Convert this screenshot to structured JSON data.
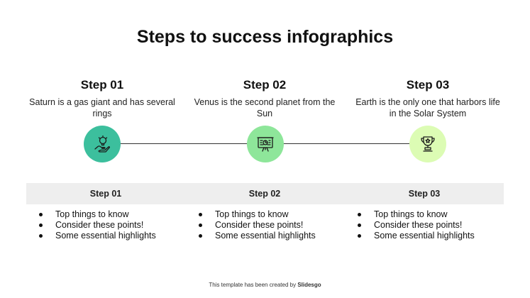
{
  "title": "Steps to success infographics",
  "colors": {
    "step1": "#3cbf9d",
    "step2": "#8ee69a",
    "step3": "#dcfcb4",
    "line": "#333333",
    "band": "#eeeeee"
  },
  "steps": [
    {
      "heading": "Step 01",
      "description": "Saturn is a gas giant and has several rings",
      "icon": "hand-lightbulb-icon"
    },
    {
      "heading": "Step 02",
      "description": "Venus is the second planet from the Sun",
      "icon": "presentation-board-icon"
    },
    {
      "heading": "Step 03",
      "description": "Earth is the only one that harbors life in the Solar System",
      "icon": "trophy-icon"
    }
  ],
  "band": {
    "labels": [
      "Step 01",
      "Step 02",
      "Step 03"
    ]
  },
  "bullets": [
    [
      "Top things to know",
      "Consider these points!",
      "Some essential highlights"
    ],
    [
      "Top things to know",
      "Consider these points!",
      "Some essential highlights"
    ],
    [
      "Top things to know",
      "Consider these points!",
      "Some essential highlights"
    ]
  ],
  "footer": {
    "prefix": "This template has been created by ",
    "brand": "Slidesgo"
  }
}
